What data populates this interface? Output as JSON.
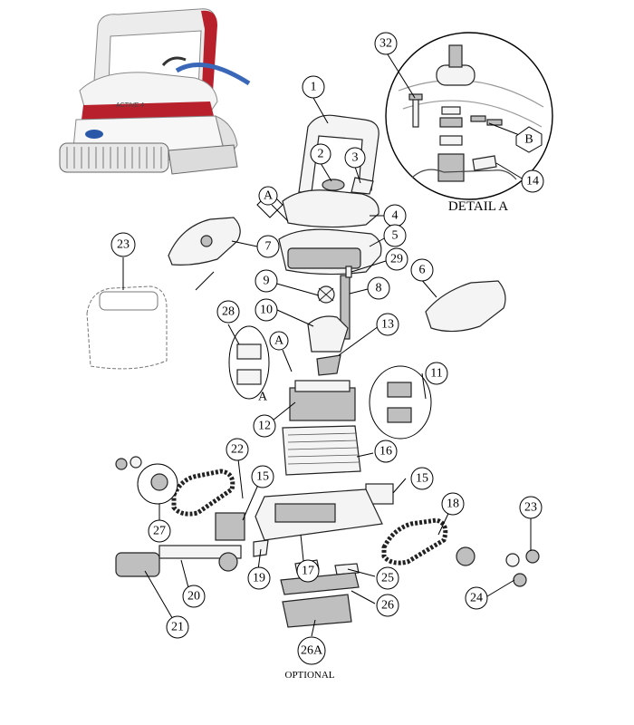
{
  "product": {
    "model_label": "ACTIVE 4",
    "brand_colors": {
      "body": "#f2f2f2",
      "accent": "#b8202c",
      "cable": "#3a67b8"
    }
  },
  "detail": {
    "title": "DETAIL A",
    "hex_label": "B"
  },
  "optional_label": "OPTIONAL",
  "circle_callouts": [
    "1",
    "2",
    "3",
    "4",
    "5",
    "6",
    "7",
    "8",
    "9",
    "10",
    "11",
    "12",
    "13",
    "14",
    "15",
    "15",
    "16",
    "17",
    "18",
    "19",
    "20",
    "21",
    "22",
    "23",
    "23",
    "24",
    "25",
    "26",
    "26A",
    "27",
    "28",
    "29",
    "32"
  ],
  "callout_A": [
    "A",
    "A"
  ],
  "plain_A": "A"
}
